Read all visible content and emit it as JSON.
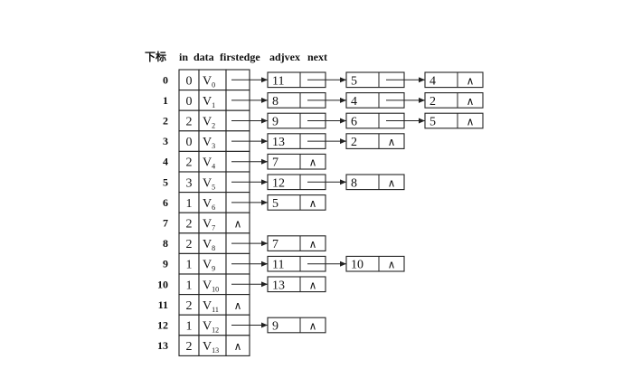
{
  "header": {
    "index_label": "下标",
    "columns": [
      "in",
      "data",
      "firstedge",
      "adjvex",
      "next"
    ]
  },
  "symbols": {
    "null": "∧",
    "vertex_prefix": "V"
  },
  "vertices": [
    {
      "index": "0",
      "in": "0",
      "sub": "0",
      "edges": [
        "11",
        "5",
        "4"
      ]
    },
    {
      "index": "1",
      "in": "0",
      "sub": "1",
      "edges": [
        "8",
        "4",
        "2"
      ]
    },
    {
      "index": "2",
      "in": "2",
      "sub": "2",
      "edges": [
        "9",
        "6",
        "5"
      ]
    },
    {
      "index": "3",
      "in": "0",
      "sub": "3",
      "edges": [
        "13",
        "2"
      ]
    },
    {
      "index": "4",
      "in": "2",
      "sub": "4",
      "edges": [
        "7"
      ]
    },
    {
      "index": "5",
      "in": "3",
      "sub": "5",
      "edges": [
        "12",
        "8"
      ]
    },
    {
      "index": "6",
      "in": "1",
      "sub": "6",
      "edges": [
        "5"
      ]
    },
    {
      "index": "7",
      "in": "2",
      "sub": "7",
      "edges": []
    },
    {
      "index": "8",
      "in": "2",
      "sub": "8",
      "edges": [
        "7"
      ]
    },
    {
      "index": "9",
      "in": "1",
      "sub": "9",
      "edges": [
        "11",
        "10"
      ]
    },
    {
      "index": "10",
      "in": "1",
      "sub": "10",
      "edges": [
        "13"
      ]
    },
    {
      "index": "11",
      "in": "2",
      "sub": "11",
      "edges": []
    },
    {
      "index": "12",
      "in": "1",
      "sub": "12",
      "edges": [
        "9"
      ]
    },
    {
      "index": "13",
      "in": "2",
      "sub": "13",
      "edges": []
    }
  ]
}
